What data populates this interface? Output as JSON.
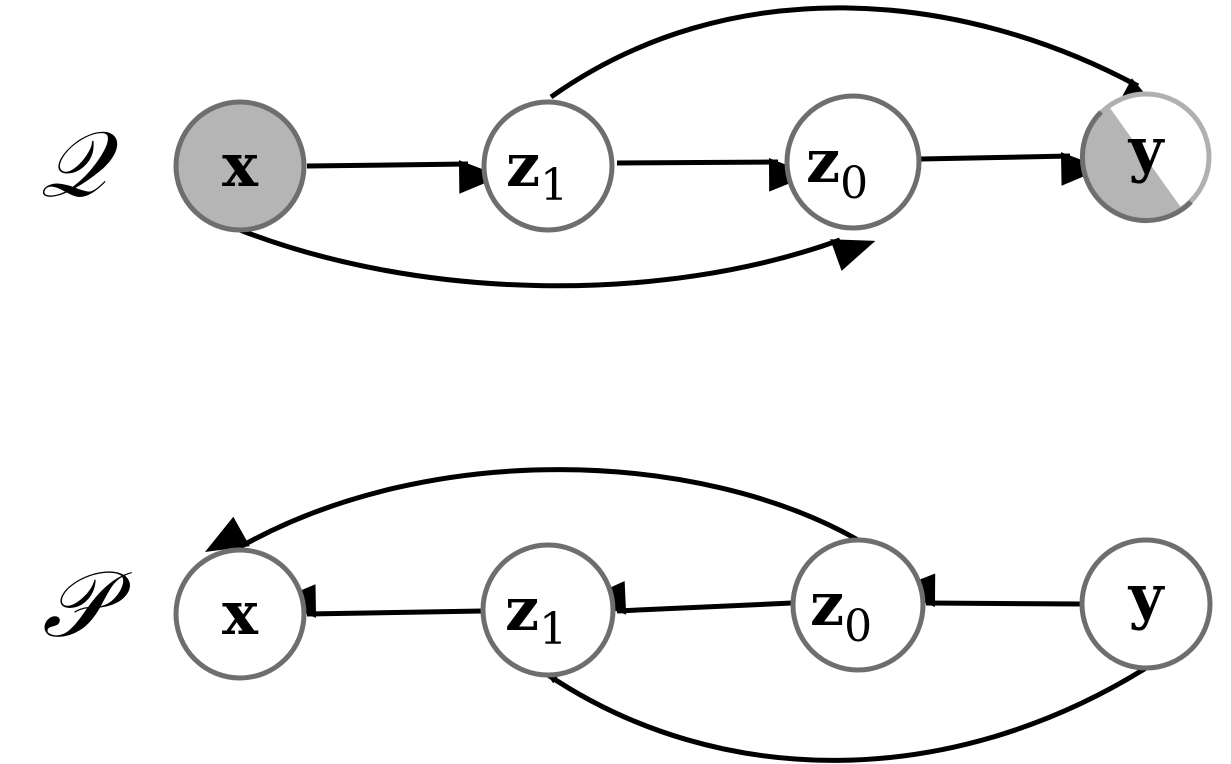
{
  "rows": {
    "q": {
      "label": "𝒬",
      "nodes": {
        "x": {
          "var": "x",
          "sub": "",
          "shading": "full",
          "fill": "#b5b5b5"
        },
        "z1": {
          "var": "z",
          "sub": "1",
          "shading": "none",
          "fill": "#ffffff"
        },
        "z0": {
          "var": "z",
          "sub": "0",
          "shading": "none",
          "fill": "#ffffff"
        },
        "y": {
          "var": "y",
          "sub": "",
          "shading": "half-diagonal",
          "fill": "#b5b5b5"
        }
      },
      "edges": [
        {
          "from": "x",
          "to": "z1"
        },
        {
          "from": "z1",
          "to": "z0"
        },
        {
          "from": "z0",
          "to": "y"
        },
        {
          "from": "x",
          "to": "z0"
        },
        {
          "from": "z1",
          "to": "y"
        }
      ]
    },
    "p": {
      "label": "𝒫",
      "nodes": {
        "x": {
          "var": "x",
          "sub": "",
          "shading": "none",
          "fill": "#ffffff"
        },
        "z1": {
          "var": "z",
          "sub": "1",
          "shading": "none",
          "fill": "#ffffff"
        },
        "z0": {
          "var": "z",
          "sub": "0",
          "shading": "none",
          "fill": "#ffffff"
        },
        "y": {
          "var": "y",
          "sub": "",
          "shading": "none",
          "fill": "#ffffff"
        }
      },
      "edges": [
        {
          "from": "y",
          "to": "z0"
        },
        {
          "from": "z0",
          "to": "z1"
        },
        {
          "from": "z1",
          "to": "x"
        },
        {
          "from": "z0",
          "to": "x"
        },
        {
          "from": "y",
          "to": "z1"
        }
      ]
    }
  },
  "colors": {
    "node_stroke": "#6e6e6e",
    "observed_fill": "#b5b5b5",
    "edge": "#000000"
  }
}
